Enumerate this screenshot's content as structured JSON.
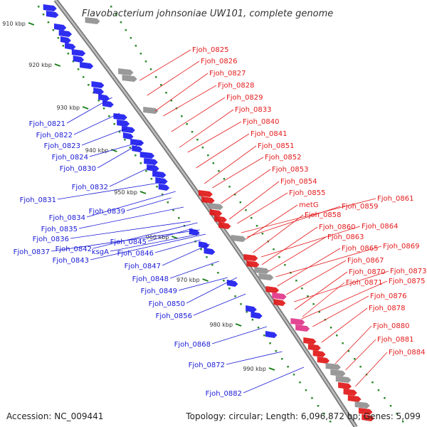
{
  "title": "Flavobacterium johnsoniae UW101, complete genome",
  "accession": "Accession: NC_009441",
  "summary": "Topology: circular; Length: 6,096,872 bp; Genes: 5,099",
  "colors": {
    "reverse_label": "#1a1ad6",
    "forward_label": "#e31a1c",
    "backbone": "#9e9e9e",
    "tick_dot": "#2e8b2e",
    "kbp_tick": "#1a7f1a"
  },
  "kbp_ticks": [
    "910 kbp",
    "920 kbp",
    "930 kbp",
    "940 kbp",
    "950 kbp",
    "960 kbp",
    "970 kbp",
    "980 kbp",
    "990 kbp"
  ],
  "reverse_labels": [
    "Fjoh_0821",
    "Fjoh_0822",
    "Fjoh_0823",
    "Fjoh_0824",
    "Fjoh_0830",
    "Fjoh_0832",
    "Fjoh_0831",
    "Fjoh_0839",
    "Fjoh_0834",
    "Fjoh_0835",
    "Fjoh_0836",
    "Fjoh_0845",
    "Fjoh_0842",
    "Fjoh_0837",
    "ksgA",
    "Fjoh_0846",
    "Fjoh_0843",
    "Fjoh_0847",
    "Fjoh_0848",
    "Fjoh_0849",
    "Fjoh_0850",
    "Fjoh_0856",
    "Fjoh_0868",
    "Fjoh_0872",
    "Fjoh_0882"
  ],
  "forward_labels": [
    "Fjoh_0825",
    "Fjoh_0826",
    "Fjoh_0827",
    "Fjoh_0828",
    "Fjoh_0829",
    "Fjoh_0833",
    "Fjoh_0840",
    "Fjoh_0841",
    "Fjoh_0851",
    "Fjoh_0852",
    "Fjoh_0853",
    "Fjoh_0854",
    "Fjoh_0855",
    "metG",
    "Fjoh_0858",
    "Fjoh_0859",
    "Fjoh_0861",
    "Fjoh_0860",
    "Fjoh_0864",
    "Fjoh_0863",
    "Fjoh_0865",
    "Fjoh_0869",
    "Fjoh_0867",
    "Fjoh_0870",
    "Fjoh_0873",
    "Fjoh_0871",
    "Fjoh_0875",
    "Fjoh_0876",
    "Fjoh_0878",
    "Fjoh_0880",
    "Fjoh_0881",
    "Fjoh_0884"
  ]
}
